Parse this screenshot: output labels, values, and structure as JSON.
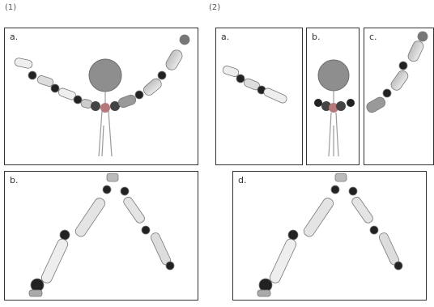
{
  "figure": {
    "group_1_label": "(1)",
    "group_2_label": "(2)",
    "group_1_panels": {
      "a": "a.",
      "b": "b."
    },
    "group_2_panels": {
      "a": "a.",
      "b": "b.",
      "c": "c.",
      "d": "d."
    }
  }
}
